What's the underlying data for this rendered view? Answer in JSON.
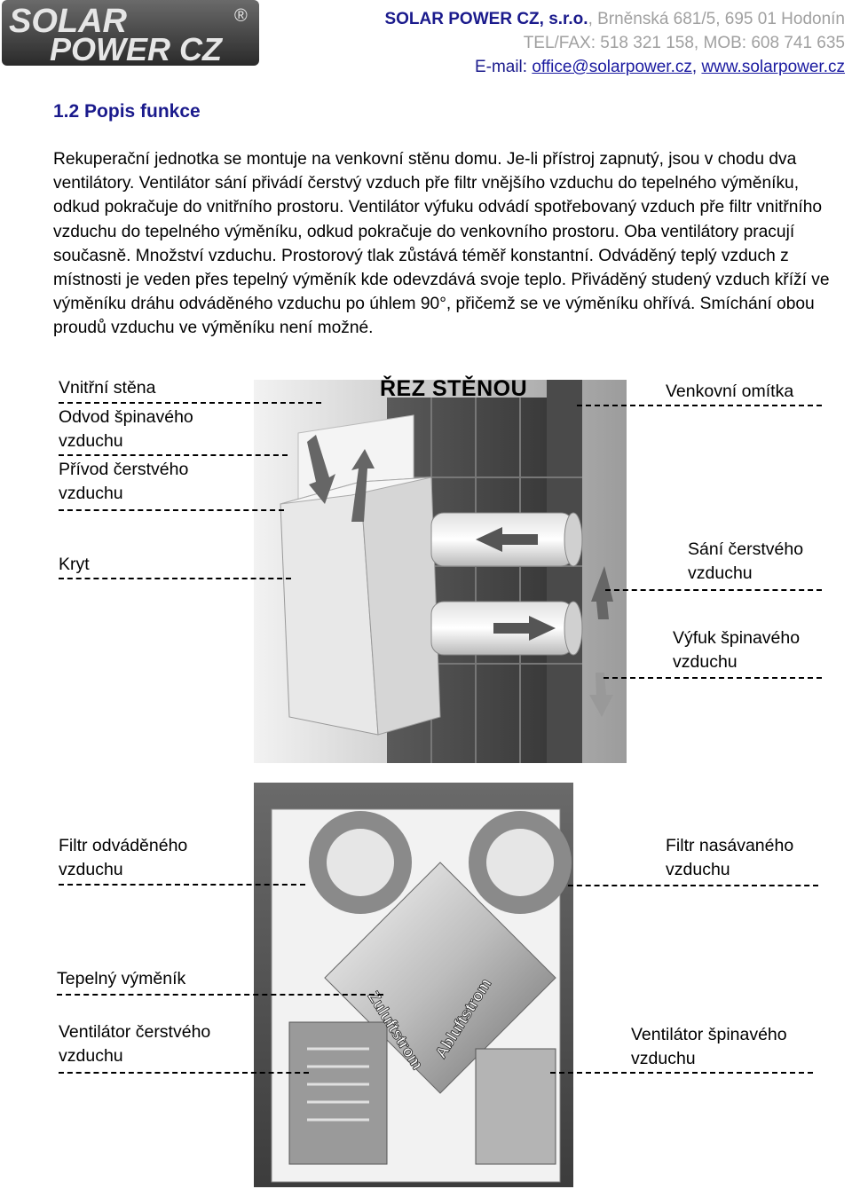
{
  "header": {
    "logo_line1": "SOLAR",
    "logo_line2": "POWER CZ",
    "logo_mark": "®",
    "company_name": "SOLAR POWER CZ, s.r.o.",
    "address": ", Brněnská 681/5, 695 01 Hodonín",
    "phone": "TEL/FAX: 518 321 158, MOB: 608 741 635",
    "email_lead": "E-mail: ",
    "email": "office@solarpower.cz",
    "sep": ", ",
    "website": "www.solarpower.cz"
  },
  "section_title": "1.2 Popis funkce",
  "paragraph": "Rekuperační jednotka se montuje na venkovní stěnu domu. Je-li přístroj zapnutý, jsou v chodu dva ventilátory. Ventilátor sání přivádí čerstvý vzduch pře filtr vnějšího vzduchu do tepelného výměníku, odkud pokračuje do vnitřního prostoru. Ventilátor výfuku odvádí spotřebovaný vzduch pře filtr vnitřního vzduchu do tepelného výměníku, odkud pokračuje do venkovního prostoru. Oba ventilátory pracují současně. Množství vzduchu. Prostorový tlak zůstává téměř konstantní. Odváděný teplý vzduch z místnosti je veden přes tepelný výměník kde odevzdává svoje teplo. Přiváděný studený vzduch  kříží ve výměníku dráhu odváděného vzduchu po úhlem 90°, přičemž se ve výměníku ohřívá. Smíchání obou proudů vzduchu ve výměníku není možné.",
  "figure1": {
    "title": "ŘEZ STĚNOU",
    "labels": {
      "inner_wall": "Vnitřní stěna",
      "exhaust_dirty_1": "Odvod špinavého",
      "exhaust_dirty_2": "vzduchu",
      "supply_fresh_1": "Přívod čerstvého",
      "supply_fresh_2": "vzduchu",
      "cover": "Kryt",
      "outer_plaster": "Venkovní omítka",
      "intake_fresh_1": "Sání čerstvého",
      "intake_fresh_2": "vzduchu",
      "outlet_dirty_1": "Výfuk špinavého",
      "outlet_dirty_2": "vzduchu"
    }
  },
  "figure2": {
    "labels": {
      "filter_extract_1": "Filtr odváděného",
      "filter_extract_2": "vzduchu",
      "filter_intake_1": "Filtr nasávaného",
      "filter_intake_2": "vzduchu",
      "heat_exchanger": "Tepelný výměník",
      "fan_fresh_1": "Ventilátor čerstvého",
      "fan_fresh_2": "vzduchu",
      "fan_dirty_1": "Ventilátor špinavého",
      "fan_dirty_2": "vzduchu"
    },
    "stamp_left": "Zuluftstrom",
    "stamp_right": "Abluftstrom"
  }
}
